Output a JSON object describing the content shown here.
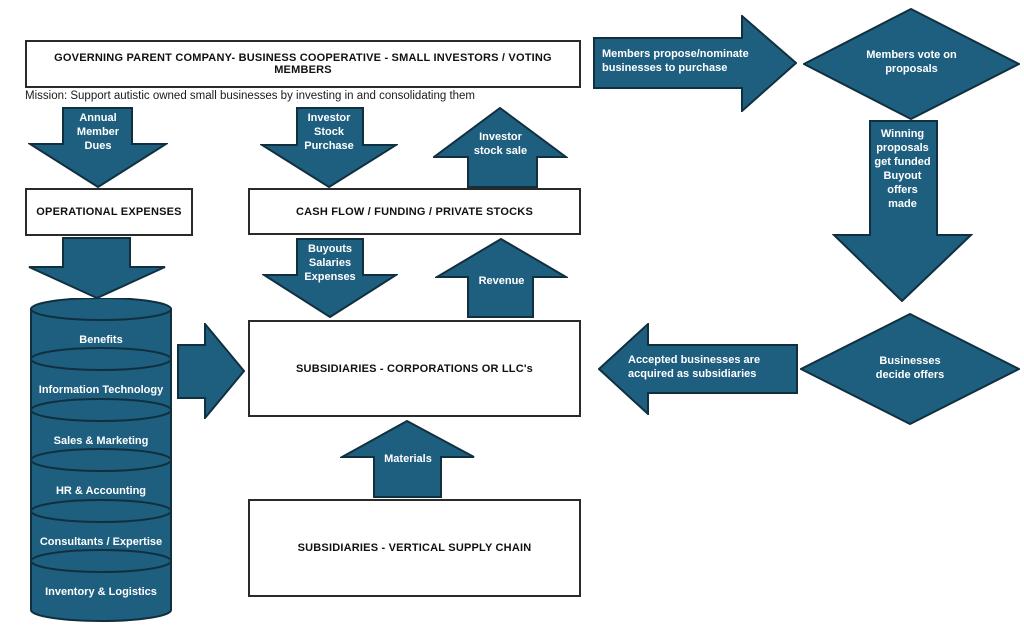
{
  "diagram": {
    "governing_box": "GOVERNING PARENT COMPANY- BUSINESS COOPERATIVE - SMALL INVESTORS / VOTING MEMBERS",
    "mission_text": "Mission: Support autistic owned small businesses by investing in and consolidating them",
    "operational_expenses_box": "OPERATIONAL EXPENSES",
    "cash_flow_box": "CASH FLOW / FUNDING / PRIVATE STOCKS",
    "subsidiaries_corporations_box": "SUBSIDIARIES - CORPORATIONS OR LLC's",
    "subsidiaries_supply_chain_box": "SUBSIDIARIES - VERTICAL SUPPLY CHAIN",
    "arrows": {
      "annual_member_dues": "Annual\nMember\nDues",
      "investor_stock_purchase": "Investor\nStock\nPurchase",
      "investor_stock_sale": "Investor\nstock sale",
      "buyouts_salaries_expenses": "Buyouts\nSalaries\nExpenses",
      "revenue": "Revenue",
      "materials": "Materials",
      "members_propose": "Members propose/nominate\nbusinesses to purchase",
      "winning_proposals": "Winning\nproposals\nget funded\nBuyout\noffers\nmade",
      "accepted_businesses": "Accepted businesses are\nacquired as subsidiaries"
    },
    "diamonds": {
      "members_vote": "Members vote on\nproposals",
      "businesses_decide": "Businesses\ndecide offers"
    },
    "departments": [
      "Benefits",
      "Information Technology",
      "Sales & Marketing",
      "HR & Accounting",
      "Consultants / Expertise",
      "Inventory & Logistics"
    ],
    "colors": {
      "shape_fill": "#1e5f80",
      "shape_stroke": "#11303f",
      "box_border": "#2a2a2a",
      "background": "#ffffff"
    }
  }
}
